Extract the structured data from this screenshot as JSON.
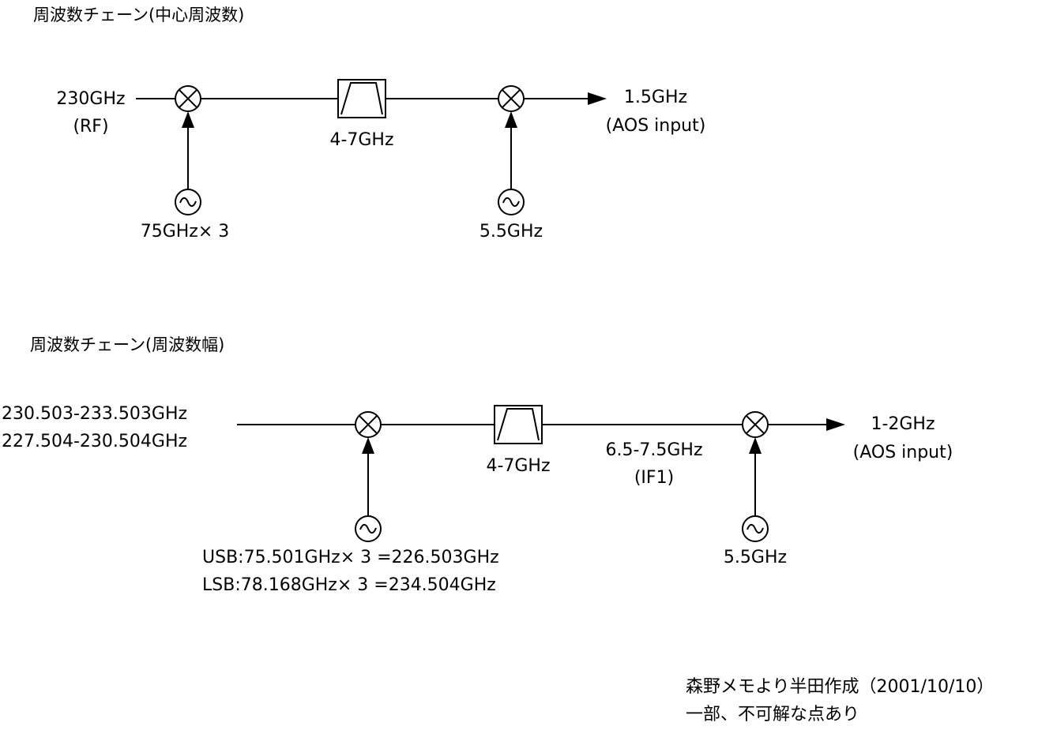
{
  "chain1": {
    "title": "周波数チェーン(中心周波数)",
    "rf_freq": "230GHz",
    "rf_tag": "(RF)",
    "lo1": "75GHz× 3",
    "filter": "4-7GHz",
    "lo2": "5.5GHz",
    "out_freq": "1.5GHz",
    "out_tag": "(AOS input)"
  },
  "chain2": {
    "title": "周波数チェーン(周波数幅)",
    "rf_line1": "230.503-233.503GHz",
    "rf_line2": "227.504-230.504GHz",
    "lo1_line1": "USB:75.501GHz× 3 =226.503GHz",
    "lo1_line2": "LSB:78.168GHz× 3 =234.504GHz",
    "filter": "4-7GHz",
    "if_freq": "6.5-7.5GHz",
    "if_tag": "(IF1)",
    "lo2": "5.5GHz",
    "out_freq": "1-2GHz",
    "out_tag": "(AOS input)"
  },
  "footer": {
    "line1": "森野メモより半田作成（2001/10/10）",
    "line2": "一部、不可解な点あり"
  }
}
